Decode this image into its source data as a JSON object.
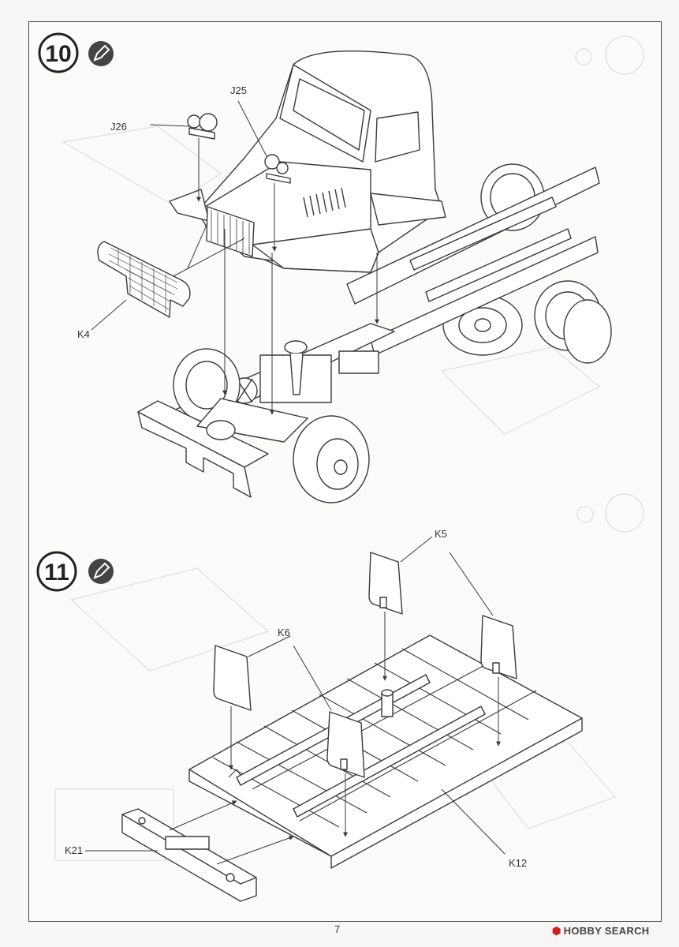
{
  "page_number": "7",
  "watermark": {
    "symbol": "⬢",
    "text": "HOBBY SEARCH"
  },
  "steps": [
    {
      "number": "10",
      "icon": "cement-brush-icon"
    },
    {
      "number": "11",
      "icon": "cement-brush-icon"
    }
  ],
  "parts": {
    "J25": "J25",
    "J26": "J26",
    "K4": "K4",
    "K5": "K5",
    "K6": "K6",
    "K12": "K12",
    "K21": "K21"
  },
  "colors": {
    "line": "#3a3a3a",
    "bleed": "#d9d9d9"
  }
}
